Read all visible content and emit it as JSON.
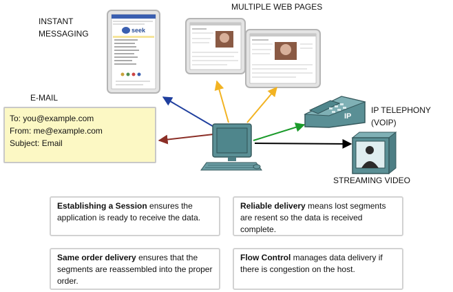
{
  "labels": {
    "instant_messaging_line1": "INSTANT",
    "instant_messaging_line2": "MESSAGING",
    "multiple_web_pages": "MULTIPLE WEB PAGES",
    "email": "E-MAIL",
    "ip_telephony_line1": "IP TELEPHONY",
    "ip_telephony_line2": "(VOIP)",
    "streaming_video": "STREAMING VIDEO"
  },
  "email_box": {
    "to": "To: you@example.com",
    "from": "From: me@example.com",
    "subject": "Subject: Email"
  },
  "phone_badge": "IP",
  "im_window": {
    "brand": "seek"
  },
  "cards": [
    {
      "term": "Establishing a Session",
      "text": " ensures the application is ready to receive the data."
    },
    {
      "term": "Reliable delivery",
      "text": " means lost segments are resent so the data is received complete."
    },
    {
      "term": "Same order delivery",
      "text": " ensures that the segments are reassembled into the proper order."
    },
    {
      "term": "Flow Control",
      "text": " manages data delivery if there is congestion on the host."
    }
  ],
  "colors": {
    "arrow_im": "#1f3f9e",
    "arrow_web": "#f2b322",
    "arrow_email": "#8b2e26",
    "arrow_voip": "#1a9a2a",
    "arrow_video": "#000000",
    "device_teal": "#5a8f95",
    "email_bg": "#fcf8c4"
  }
}
